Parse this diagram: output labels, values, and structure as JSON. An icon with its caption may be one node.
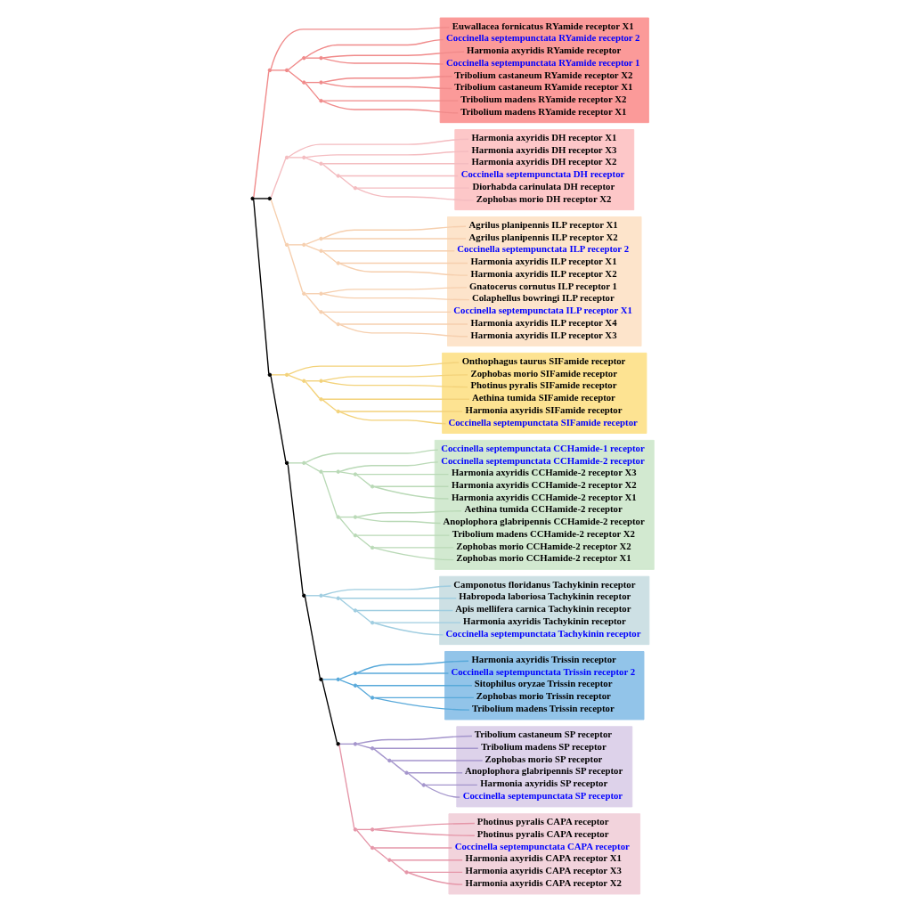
{
  "diagram": {
    "nodes": [
      {
        "text": [],
        "shape": "band"
      },
      {
        "text": [
          "Euwallacea fornicatus RYamide receptor X1"
        ],
        "in": 0
      },
      {
        "text": [
          "Coccinella septempunctata RYamide receptor 2"
        ],
        "in": 0
      },
      {
        "text": [
          "Harmonia axyridis RYamide receptor"
        ],
        "in": 0
      },
      {
        "text": [
          "Coccinella septempunctata RYamide receptor 1"
        ],
        "in": 0
      },
      {
        "text": [
          "Tribolium castaneum RYamide receptor X2"
        ],
        "in": 0
      },
      {
        "text": [
          "Tribolium castaneum RYamide receptor X1"
        ],
        "in": 0
      },
      {
        "text": [
          "Tribolium madens RYamide receptor X2"
        ],
        "in": 0
      },
      {
        "text": [
          "Tribolium madens RYamide receptor X1"
        ],
        "in": 0
      },
      {
        "text": [],
        "shape": "band"
      },
      {
        "text": [
          "Harmonia axyridis DH receptor X1"
        ],
        "in": 9
      },
      {
        "text": [
          "Harmonia axyridis DH receptor X3"
        ],
        "in": 9
      },
      {
        "text": [
          "Harmonia axyridis DH receptor X2"
        ],
        "in": 9
      },
      {
        "text": [
          "Coccinella septempunctata DH receptor"
        ],
        "in": 9
      },
      {
        "text": [
          "Diorhabda carinulata DH receptor"
        ],
        "in": 9
      },
      {
        "text": [
          "Zophobas morio DH receptor X2"
        ],
        "in": 9
      },
      {
        "text": [],
        "shape": "band"
      },
      {
        "text": [
          "Agrilus planipennis ILP receptor X1"
        ],
        "in": 16
      },
      {
        "text": [
          "Agrilus planipennis ILP receptor X2"
        ],
        "in": 16
      },
      {
        "text": [
          "Coccinella septempunctata ILP receptor 2"
        ],
        "in": 16
      },
      {
        "text": [
          "Harmonia axyridis ILP receptor X1"
        ],
        "in": 16
      },
      {
        "text": [
          "Harmonia axyridis ILP receptor X2"
        ],
        "in": 16
      },
      {
        "text": [
          "Gnatocerus cornutus ILP receptor 1"
        ],
        "in": 16
      },
      {
        "text": [
          "Colaphellus bowringi ILP receptor"
        ],
        "in": 16
      },
      {
        "text": [
          "Coccinella septempunctata ILP receptor X1"
        ],
        "in": 16
      },
      {
        "text": [
          "Harmonia axyridis ILP receptor X4"
        ],
        "in": 16
      },
      {
        "text": [
          "Harmonia axyridis ILP receptor X3"
        ],
        "in": 16
      },
      {
        "text": [],
        "shape": "band"
      },
      {
        "text": [
          "Onthophagus taurus SIFamide receptor"
        ],
        "in": 27
      },
      {
        "text": [
          "Zophobas morio SIFamide receptor"
        ],
        "in": 27
      },
      {
        "text": [
          "Photinus pyralis SIFamide receptor"
        ],
        "in": 27
      },
      {
        "text": [
          "Aethina tumida SIFamide receptor"
        ],
        "in": 27
      },
      {
        "text": [
          "Harmonia axyridis SIFamide receptor"
        ],
        "in": 27
      },
      {
        "text": [
          "Coccinella septempunctata SIFamide receptor"
        ],
        "in": 27
      },
      {
        "text": [],
        "shape": "band"
      },
      {
        "text": [
          "Coccinella septempunctata CCHamide-1 receptor"
        ],
        "in": 34
      },
      {
        "text": [
          "Coccinella septempunctata CCHamide-2 receptor"
        ],
        "in": 34
      },
      {
        "text": [
          "Harmonia axyridis CCHamide-2 receptor X3"
        ],
        "in": 34
      },
      {
        "text": [
          "Harmonia axyridis CCHamide-2 receptor X2"
        ],
        "in": 34
      },
      {
        "text": [
          "Harmonia axyridis CCHamide-2 receptor X1"
        ],
        "in": 34
      },
      {
        "text": [
          "Aethina tumida CCHamide-2 receptor"
        ],
        "in": 34
      },
      {
        "text": [
          "Anoplophora glabripennis CCHamide-2 receptor"
        ],
        "in": 34
      },
      {
        "text": [
          "Tribolium madens CCHamide-2 receptor X2"
        ],
        "in": 34
      },
      {
        "text": [
          "Zophobas morio CCHamide-2 receptor X2"
        ],
        "in": 34
      },
      {
        "text": [
          "Zophobas morio CCHamide-2 receptor X1"
        ],
        "in": 34
      },
      {
        "text": [],
        "shape": "band"
      },
      {
        "text": [
          "Camponotus floridanus Tachykinin receptor"
        ],
        "in": 45
      },
      {
        "text": [
          "Habropoda laboriosa Tachykinin receptor"
        ],
        "in": 45
      },
      {
        "text": [
          "Apis mellifera carnica Tachykinin receptor"
        ],
        "in": 45
      },
      {
        "text": [
          "Harmonia axyridis Tachykinin receptor"
        ],
        "in": 45
      },
      {
        "text": [
          "Coccinella septempunctata Tachykinin receptor"
        ],
        "in": 45
      },
      {
        "text": [],
        "shape": "band"
      },
      {
        "text": [
          "Harmonia axyridis Trissin receptor"
        ],
        "in": 51
      },
      {
        "text": [
          "Coccinella septempunctata Trissin receptor 2"
        ],
        "in": 51
      },
      {
        "text": [
          "Sitophilus oryzae Trissin receptor"
        ],
        "in": 51
      },
      {
        "text": [
          "Zophobas morio Trissin receptor"
        ],
        "in": 51
      },
      {
        "text": [
          "Tribolium madens Trissin receptor"
        ],
        "in": 51
      },
      {
        "text": [],
        "shape": "band"
      },
      {
        "text": [
          "Tribolium castaneum SP receptor"
        ],
        "in": 57
      },
      {
        "text": [
          "Tribolium madens SP receptor"
        ],
        "in": 57
      },
      {
        "text": [
          "Zophobas morio SP receptor"
        ],
        "in": 57
      },
      {
        "text": [
          "Anoplophora glabripennis SP receptor"
        ],
        "in": 57
      },
      {
        "text": [
          "Harmonia axyridis SP receptor"
        ],
        "in": 57
      },
      {
        "text": [
          "Coccinella septempunctata SP receptor"
        ],
        "in": 57
      },
      {
        "text": [],
        "shape": "band"
      },
      {
        "text": [
          "Photinus pyralis CAPA receptor"
        ],
        "in": 64
      },
      {
        "text": [
          "Photinus pyralis CAPA receptor"
        ],
        "in": 64
      },
      {
        "text": [
          "Coccinella septempunctata CAPA receptor"
        ],
        "in": 64
      },
      {
        "text": [
          "Harmonia axyridis CAPA receptor X1"
        ],
        "in": 64
      },
      {
        "text": [
          "Harmonia axyridis CAPA receptor X3"
        ],
        "in": 64
      },
      {
        "text": [
          "Harmonia axyridis CAPA receptor X2"
        ],
        "in": 64
      },
      {
        "text": [],
        "shape": "point"
      },
      {
        "text": [],
        "shape": "point"
      },
      {
        "text": [],
        "shape": "point"
      },
      {
        "text": [],
        "shape": "point"
      },
      {
        "text": [],
        "shape": "point"
      },
      {
        "text": [],
        "shape": "point"
      },
      {
        "text": [],
        "shape": "point"
      },
      {
        "text": [],
        "shape": "point"
      },
      {
        "text": [],
        "shape": "point"
      },
      {
        "text": [],
        "shape": "point"
      },
      {
        "text": [],
        "shape": "point"
      },
      {
        "text": [],
        "shape": "point"
      },
      {
        "text": [],
        "shape": "point"
      },
      {
        "text": [],
        "shape": "point"
      },
      {
        "text": [],
        "shape": "point"
      },
      {
        "text": [],
        "shape": "point"
      },
      {
        "text": [],
        "shape": "point"
      },
      {
        "text": [],
        "shape": "point"
      },
      {
        "text": [],
        "shape": "point"
      },
      {
        "text": [],
        "shape": "point"
      },
      {
        "text": [],
        "shape": "point"
      },
      {
        "text": [],
        "shape": "point"
      },
      {
        "text": [],
        "shape": "point"
      },
      {
        "text": [],
        "shape": "point"
      },
      {
        "text": [],
        "shape": "point"
      },
      {
        "text": [],
        "shape": "point"
      },
      {
        "text": [],
        "shape": "point"
      },
      {
        "text": [],
        "shape": "point"
      },
      {
        "text": [],
        "shape": "point"
      },
      {
        "text": [],
        "shape": "point"
      },
      {
        "text": [],
        "shape": "point"
      },
      {
        "text": [],
        "shape": "point"
      },
      {
        "text": [],
        "shape": "point"
      },
      {
        "text": [],
        "shape": "point"
      },
      {
        "text": [],
        "shape": "point"
      },
      {
        "text": [],
        "shape": "point"
      },
      {
        "text": [],
        "shape": "point"
      },
      {
        "text": [],
        "shape": "point"
      },
      {
        "text": [],
        "shape": "point"
      },
      {
        "text": [],
        "shape": "point"
      },
      {
        "text": [],
        "shape": "point"
      },
      {
        "text": [],
        "shape": "point"
      },
      {
        "text": [],
        "shape": "point"
      },
      {
        "text": [],
        "shape": "point"
      },
      {
        "text": [],
        "shape": "point"
      },
      {
        "text": [],
        "shape": "point"
      },
      {
        "text": [],
        "shape": "point"
      },
      {
        "text": [],
        "shape": "point"
      },
      {
        "text": [],
        "shape": "point"
      },
      {
        "text": [],
        "shape": "point"
      },
      {
        "text": [],
        "shape": "point"
      },
      {
        "text": [],
        "shape": "point"
      },
      {
        "text": [],
        "shape": "point"
      },
      {
        "text": [],
        "shape": "point"
      },
      {
        "text": [],
        "shape": "point"
      },
      {
        "text": [],
        "shape": "point"
      },
      {
        "text": [],
        "shape": "point"
      },
      {
        "text": [],
        "shape": "point"
      },
      {
        "text": [],
        "shape": "point"
      },
      {
        "text": [],
        "shape": "point"
      }
    ],
    "edges": [
      {
        "from": 71,
        "to": 72,
        "arrow": "none",
        "color": "#f08a8a"
      },
      {
        "from": 71,
        "to": 79,
        "arrow": "none",
        "color": "#000000"
      },
      {
        "from": 71,
        "to": 94,
        "arrow": "none",
        "color": "#000000"
      },
      {
        "from": 72,
        "to": 1,
        "arrow": "none",
        "color": "#f08a8a"
      },
      {
        "from": 72,
        "to": 73,
        "arrow": "none",
        "color": "#f08a8a"
      },
      {
        "from": 73,
        "to": 74,
        "arrow": "none",
        "color": "#f08a8a"
      },
      {
        "from": 73,
        "to": 76,
        "arrow": "none",
        "color": "#f08a8a"
      },
      {
        "from": 74,
        "to": 2,
        "arrow": "none",
        "color": "#f08a8a"
      },
      {
        "from": 74,
        "to": 75,
        "arrow": "none",
        "color": "#f08a8a"
      },
      {
        "from": 75,
        "to": 3,
        "arrow": "none",
        "color": "#f08a8a"
      },
      {
        "from": 75,
        "to": 4,
        "arrow": "none",
        "color": "#f08a8a"
      },
      {
        "from": 76,
        "to": 77,
        "arrow": "none",
        "color": "#f08a8a"
      },
      {
        "from": 76,
        "to": 78,
        "arrow": "none",
        "color": "#f08a8a"
      },
      {
        "from": 77,
        "to": 5,
        "arrow": "none",
        "color": "#f08a8a"
      },
      {
        "from": 77,
        "to": 6,
        "arrow": "none",
        "color": "#f08a8a"
      },
      {
        "from": 78,
        "to": 7,
        "arrow": "none",
        "color": "#f08a8a"
      },
      {
        "from": 78,
        "to": 8,
        "arrow": "none",
        "color": "#f08a8a"
      },
      {
        "from": 79,
        "to": 80,
        "arrow": "none",
        "color": "#f4bcc0"
      },
      {
        "from": 79,
        "to": 85,
        "arrow": "none",
        "color": "#f6cfae"
      },
      {
        "from": 80,
        "to": 10,
        "arrow": "none",
        "color": "#f4bcc0"
      },
      {
        "from": 80,
        "to": 81,
        "arrow": "none",
        "color": "#f4bcc0"
      },
      {
        "from": 81,
        "to": 11,
        "arrow": "none",
        "color": "#f4bcc0"
      },
      {
        "from": 81,
        "to": 82,
        "arrow": "none",
        "color": "#f4bcc0"
      },
      {
        "from": 82,
        "to": 12,
        "arrow": "none",
        "color": "#f4bcc0"
      },
      {
        "from": 82,
        "to": 83,
        "arrow": "none",
        "color": "#f4bcc0"
      },
      {
        "from": 83,
        "to": 13,
        "arrow": "none",
        "color": "#f4bcc0"
      },
      {
        "from": 83,
        "to": 84,
        "arrow": "none",
        "color": "#f4bcc0"
      },
      {
        "from": 84,
        "to": 14,
        "arrow": "none",
        "color": "#f4bcc0"
      },
      {
        "from": 84,
        "to": 15,
        "arrow": "none",
        "color": "#f4bcc0"
      },
      {
        "from": 85,
        "to": 86,
        "arrow": "none",
        "color": "#f6cfae"
      },
      {
        "from": 85,
        "to": 90,
        "arrow": "none",
        "color": "#f6cfae"
      },
      {
        "from": 86,
        "to": 87,
        "arrow": "none",
        "color": "#f6cfae"
      },
      {
        "from": 86,
        "to": 88,
        "arrow": "none",
        "color": "#f6cfae"
      },
      {
        "from": 87,
        "to": 17,
        "arrow": "none",
        "color": "#f6cfae"
      },
      {
        "from": 87,
        "to": 18,
        "arrow": "none",
        "color": "#f6cfae"
      },
      {
        "from": 88,
        "to": 19,
        "arrow": "none",
        "color": "#f6cfae"
      },
      {
        "from": 88,
        "to": 89,
        "arrow": "none",
        "color": "#f6cfae"
      },
      {
        "from": 89,
        "to": 20,
        "arrow": "none",
        "color": "#f6cfae"
      },
      {
        "from": 89,
        "to": 21,
        "arrow": "none",
        "color": "#f6cfae"
      },
      {
        "from": 90,
        "to": 91,
        "arrow": "none",
        "color": "#f6cfae"
      },
      {
        "from": 90,
        "to": 92,
        "arrow": "none",
        "color": "#f6cfae"
      },
      {
        "from": 91,
        "to": 22,
        "arrow": "none",
        "color": "#f6cfae"
      },
      {
        "from": 91,
        "to": 23,
        "arrow": "none",
        "color": "#f6cfae"
      },
      {
        "from": 92,
        "to": 24,
        "arrow": "none",
        "color": "#f6cfae"
      },
      {
        "from": 92,
        "to": 93,
        "arrow": "none",
        "color": "#f6cfae"
      },
      {
        "from": 93,
        "to": 25,
        "arrow": "none",
        "color": "#f6cfae"
      },
      {
        "from": 93,
        "to": 26,
        "arrow": "none",
        "color": "#f6cfae"
      },
      {
        "from": 94,
        "to": 95,
        "arrow": "none",
        "color": "#f3d27a"
      },
      {
        "from": 94,
        "to": 100,
        "arrow": "none",
        "color": "#000000"
      },
      {
        "from": 95,
        "to": 28,
        "arrow": "none",
        "color": "#f3d27a"
      },
      {
        "from": 95,
        "to": 96,
        "arrow": "none",
        "color": "#f3d27a"
      },
      {
        "from": 96,
        "to": 97,
        "arrow": "none",
        "color": "#f3d27a"
      },
      {
        "from": 96,
        "to": 98,
        "arrow": "none",
        "color": "#f3d27a"
      },
      {
        "from": 97,
        "to": 29,
        "arrow": "none",
        "color": "#f3d27a"
      },
      {
        "from": 97,
        "to": 30,
        "arrow": "none",
        "color": "#f3d27a"
      },
      {
        "from": 98,
        "to": 31,
        "arrow": "none",
        "color": "#f3d27a"
      },
      {
        "from": 98,
        "to": 99,
        "arrow": "none",
        "color": "#f3d27a"
      },
      {
        "from": 99,
        "to": 32,
        "arrow": "none",
        "color": "#f3d27a"
      },
      {
        "from": 99,
        "to": 33,
        "arrow": "none",
        "color": "#f3d27a"
      },
      {
        "from": 100,
        "to": 101,
        "arrow": "none",
        "color": "#b9d9b6"
      },
      {
        "from": 100,
        "to": 110,
        "arrow": "none",
        "color": "#000000"
      },
      {
        "from": 101,
        "to": 35,
        "arrow": "none",
        "color": "#b9d9b6"
      },
      {
        "from": 101,
        "to": 102,
        "arrow": "none",
        "color": "#b9d9b6"
      },
      {
        "from": 102,
        "to": 103,
        "arrow": "none",
        "color": "#b9d9b6"
      },
      {
        "from": 102,
        "to": 106,
        "arrow": "none",
        "color": "#b9d9b6"
      },
      {
        "from": 103,
        "to": 36,
        "arrow": "none",
        "color": "#b9d9b6"
      },
      {
        "from": 103,
        "to": 104,
        "arrow": "none",
        "color": "#b9d9b6"
      },
      {
        "from": 104,
        "to": 37,
        "arrow": "none",
        "color": "#b9d9b6"
      },
      {
        "from": 104,
        "to": 105,
        "arrow": "none",
        "color": "#b9d9b6"
      },
      {
        "from": 105,
        "to": 38,
        "arrow": "none",
        "color": "#b9d9b6"
      },
      {
        "from": 105,
        "to": 39,
        "arrow": "none",
        "color": "#b9d9b6"
      },
      {
        "from": 106,
        "to": 107,
        "arrow": "none",
        "color": "#b9d9b6"
      },
      {
        "from": 106,
        "to": 108,
        "arrow": "none",
        "color": "#b9d9b6"
      },
      {
        "from": 107,
        "to": 40,
        "arrow": "none",
        "color": "#b9d9b6"
      },
      {
        "from": 107,
        "to": 41,
        "arrow": "none",
        "color": "#b9d9b6"
      },
      {
        "from": 108,
        "to": 42,
        "arrow": "none",
        "color": "#b9d9b6"
      },
      {
        "from": 108,
        "to": 109,
        "arrow": "none",
        "color": "#b9d9b6"
      },
      {
        "from": 109,
        "to": 43,
        "arrow": "none",
        "color": "#b9d9b6"
      },
      {
        "from": 109,
        "to": 44,
        "arrow": "none",
        "color": "#b9d9b6"
      },
      {
        "from": 110,
        "to": 111,
        "arrow": "none",
        "color": "#9fcde0"
      },
      {
        "from": 110,
        "to": 115,
        "arrow": "none",
        "color": "#000000"
      },
      {
        "from": 111,
        "to": 46,
        "arrow": "none",
        "color": "#9fcde0"
      },
      {
        "from": 111,
        "to": 112,
        "arrow": "none",
        "color": "#9fcde0"
      },
      {
        "from": 112,
        "to": 47,
        "arrow": "none",
        "color": "#9fcde0"
      },
      {
        "from": 112,
        "to": 113,
        "arrow": "none",
        "color": "#9fcde0"
      },
      {
        "from": 113,
        "to": 48,
        "arrow": "none",
        "color": "#9fcde0"
      },
      {
        "from": 113,
        "to": 114,
        "arrow": "none",
        "color": "#9fcde0"
      },
      {
        "from": 114,
        "to": 49,
        "arrow": "none",
        "color": "#9fcde0"
      },
      {
        "from": 114,
        "to": 50,
        "arrow": "none",
        "color": "#9fcde0"
      },
      {
        "from": 115,
        "to": 116,
        "arrow": "none",
        "color": "#58a9da"
      },
      {
        "from": 115,
        "to": 120,
        "arrow": "none",
        "color": "#000000"
      },
      {
        "from": 116,
        "to": 117,
        "arrow": "none",
        "color": "#58a9da"
      },
      {
        "from": 116,
        "to": 118,
        "arrow": "none",
        "color": "#58a9da"
      },
      {
        "from": 117,
        "to": 52,
        "arrow": "none",
        "color": "#58a9da"
      },
      {
        "from": 117,
        "to": 53,
        "arrow": "none",
        "color": "#58a9da"
      },
      {
        "from": 118,
        "to": 54,
        "arrow": "none",
        "color": "#58a9da"
      },
      {
        "from": 118,
        "to": 119,
        "arrow": "none",
        "color": "#58a9da"
      },
      {
        "from": 119,
        "to": 55,
        "arrow": "none",
        "color": "#58a9da"
      },
      {
        "from": 119,
        "to": 56,
        "arrow": "none",
        "color": "#58a9da"
      },
      {
        "from": 120,
        "to": 121,
        "arrow": "none",
        "color": "#a495cc"
      },
      {
        "from": 120,
        "to": 126,
        "arrow": "none",
        "color": "#e596a8"
      },
      {
        "from": 121,
        "to": 58,
        "arrow": "none",
        "color": "#a495cc"
      },
      {
        "from": 121,
        "to": 122,
        "arrow": "none",
        "color": "#a495cc"
      },
      {
        "from": 122,
        "to": 59,
        "arrow": "none",
        "color": "#a495cc"
      },
      {
        "from": 122,
        "to": 123,
        "arrow": "none",
        "color": "#a495cc"
      },
      {
        "from": 123,
        "to": 60,
        "arrow": "none",
        "color": "#a495cc"
      },
      {
        "from": 123,
        "to": 124,
        "arrow": "none",
        "color": "#a495cc"
      },
      {
        "from": 124,
        "to": 61,
        "arrow": "none",
        "color": "#a495cc"
      },
      {
        "from": 124,
        "to": 125,
        "arrow": "none",
        "color": "#a495cc"
      },
      {
        "from": 125,
        "to": 62,
        "arrow": "none",
        "color": "#a495cc"
      },
      {
        "from": 125,
        "to": 63,
        "arrow": "none",
        "color": "#a495cc"
      },
      {
        "from": 126,
        "to": 127,
        "arrow": "none",
        "color": "#e596a8"
      },
      {
        "from": 126,
        "to": 128,
        "arrow": "none",
        "color": "#e596a8"
      },
      {
        "from": 127,
        "to": 65,
        "arrow": "none",
        "color": "#e596a8"
      },
      {
        "from": 127,
        "to": 66,
        "arrow": "none",
        "color": "#e596a8"
      },
      {
        "from": 128,
        "to": 67,
        "arrow": "none",
        "color": "#e596a8"
      },
      {
        "from": 128,
        "to": 129,
        "arrow": "none",
        "color": "#e596a8"
      },
      {
        "from": 129,
        "to": 68,
        "arrow": "none",
        "color": "#e596a8"
      },
      {
        "from": 129,
        "to": 130,
        "arrow": "none",
        "color": "#e596a8"
      },
      {
        "from": 130,
        "to": 69,
        "arrow": "none",
        "color": "#e596a8"
      },
      {
        "from": 130,
        "to": 70,
        "arrow": "none",
        "color": "#e596a8"
      }
    ]
  }
}
